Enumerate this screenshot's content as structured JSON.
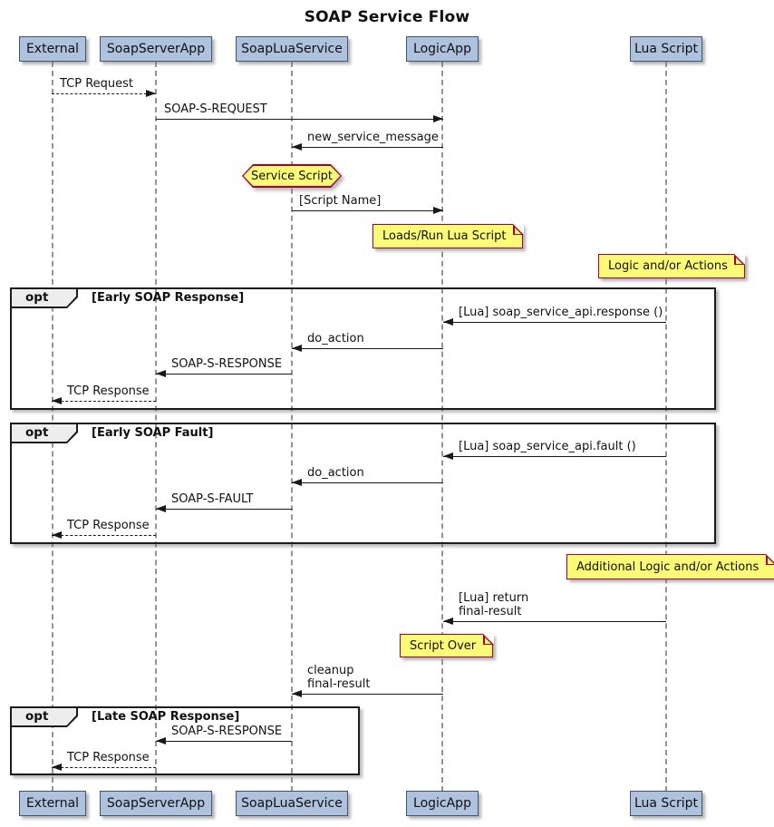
{
  "title": "SOAP Service Flow",
  "diagram_type": "sequence",
  "participants": [
    {
      "label": "External"
    },
    {
      "label": "SoapServerApp"
    },
    {
      "label": "SoapLuaService"
    },
    {
      "label": "LogicApp"
    },
    {
      "label": "Lua Script"
    }
  ],
  "messages": {
    "tcp_request": "TCP Request",
    "soap_s_request": "SOAP-S-REQUEST",
    "new_service_message": "new_service_message",
    "script_name": "[Script Name]",
    "lua_response": "[Lua] soap_service_api.response ()",
    "do_action": "do_action",
    "soap_s_response": "SOAP-S-RESPONSE",
    "tcp_response": "TCP Response",
    "lua_fault": "[Lua] soap_service_api.fault ()",
    "soap_s_fault": "SOAP-S-FAULT",
    "lua_return": "[Lua] return\nfinal-result",
    "cleanup": "cleanup\nfinal-result"
  },
  "notes": {
    "service_script": "Service Script",
    "loads_run_lua_script": "Loads/Run Lua Script",
    "logic_actions": "Logic and/or Actions",
    "additional_logic_actions": "Additional Logic and/or Actions",
    "script_over": "Script Over"
  },
  "frames": [
    {
      "keyword": "opt",
      "condition": "[Early SOAP Response]"
    },
    {
      "keyword": "opt",
      "condition": "[Early SOAP Fault]"
    },
    {
      "keyword": "opt",
      "condition": "[Late SOAP Response]"
    }
  ],
  "colors": {
    "participant_fill": "#AEC2DE",
    "participant_border": "#44536D",
    "note_fill": "#FBFB77",
    "note_border": "#A80036",
    "frame_border": "#1B1B1B",
    "frame_tab_fill": "#EDEDED",
    "lifeline": "#949494",
    "arrow": "#181818",
    "background": "#FFFFFF"
  }
}
